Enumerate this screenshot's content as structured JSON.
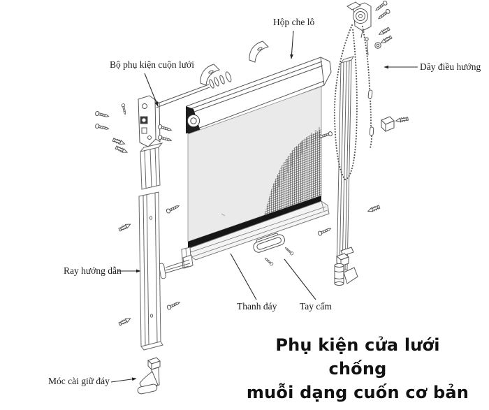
{
  "diagram": {
    "labels": {
      "hop_che_lo": "Hộp che lô",
      "bo_phu_kien": "Bộ phụ kiện cuộn lưới",
      "day_dieu_huong": "Dây điều hướng",
      "ray_huong_dan": "Ray hướng dẫn",
      "thanh_day": "Thanh đáy",
      "tay_cam": "Tay cấm",
      "moc_cai_giu_day": "Móc cài giữ đáy"
    },
    "title": {
      "line1": "Phụ kiện cửa lưới chống",
      "line2": "muỗi dạng cuốn cơ bản"
    },
    "colors": {
      "background": "#ffffff",
      "line_art": "#555555",
      "leader_line": "#2b2b2b",
      "mesh_fill": "#eaeaea",
      "bottom_band": "#161616",
      "text": "#1b1b1b"
    }
  }
}
